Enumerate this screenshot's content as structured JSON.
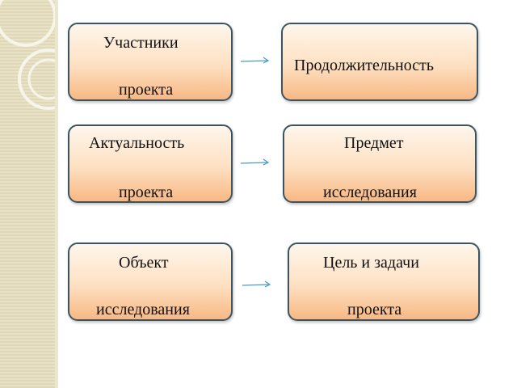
{
  "boxes": {
    "participants": {
      "line1": "Участники",
      "line2": "проекта"
    },
    "duration": {
      "text": "Продолжительность"
    },
    "relevance": {
      "line1": "Актуальность",
      "line2": "проекта"
    },
    "subject": {
      "line1": "Предмет",
      "line2": "исследования"
    },
    "object": {
      "line1": "Объект",
      "line2": "исследования"
    },
    "goal": {
      "line1": "Цель и задачи",
      "line2": "проекта"
    }
  },
  "colors": {
    "box_border": "#3a5561",
    "box_fill_top": "#fff6ec",
    "box_fill_bottom": "#f8b884",
    "arrow": "#4a9bc4",
    "sidebar": "#e5dfc3"
  },
  "icons": [
    "right-arrow-icon",
    "circle-ornament-icon"
  ]
}
